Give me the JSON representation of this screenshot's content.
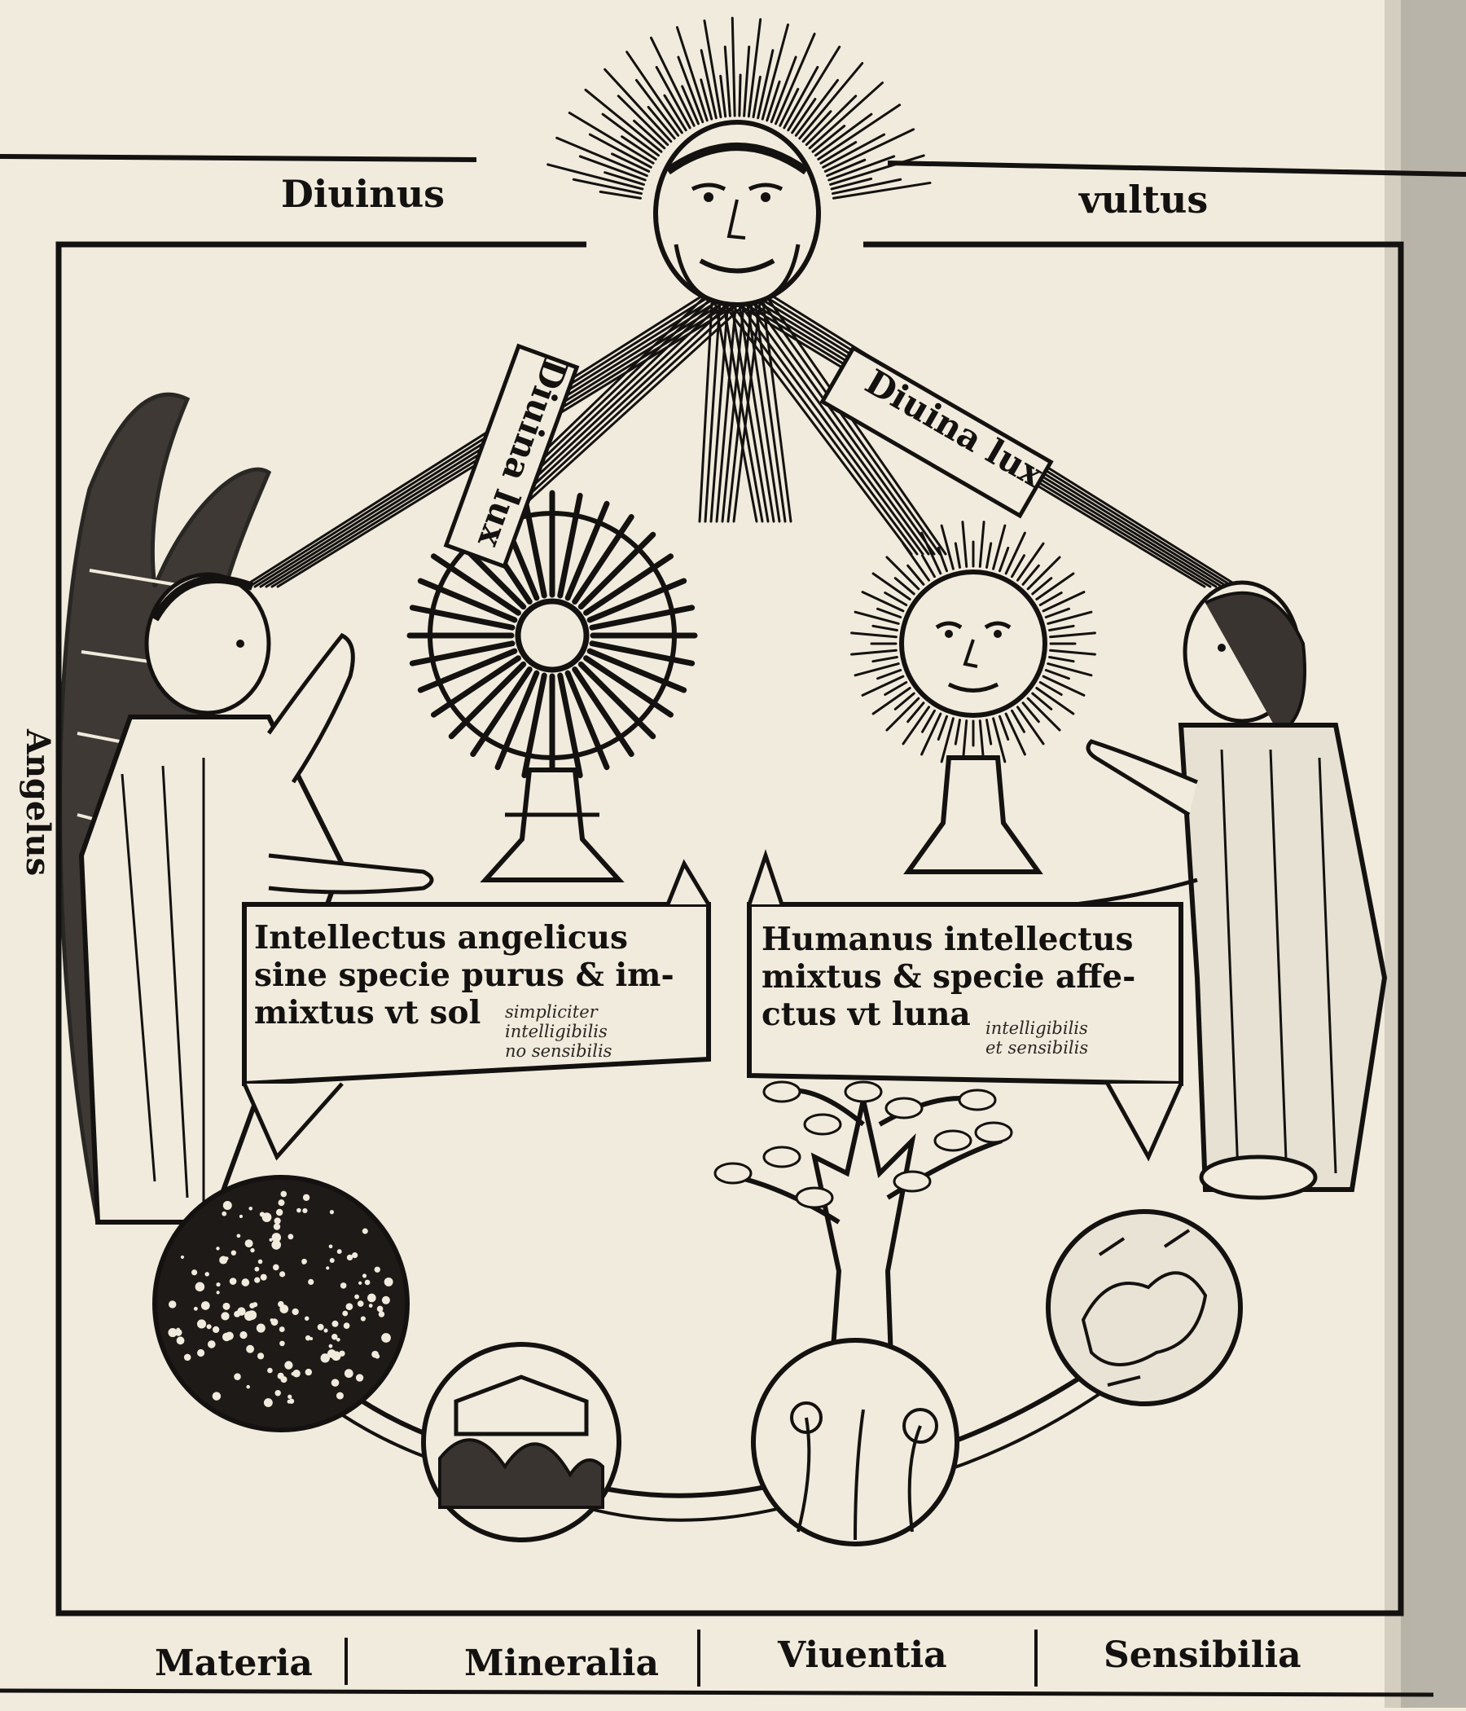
{
  "labels": {
    "top_left": "Diuinus",
    "top_right": "vultus",
    "left_side": "Angelus",
    "banner_left": "Diuina lux",
    "banner_right": "Diuina lux"
  },
  "scroll_left": {
    "lines": [
      "Intellectus angelicus",
      "sine specie purus & im-",
      "mixtus vt sol"
    ],
    "handwritten": [
      "simpliciter",
      "intelligibilis",
      "no sensibilis"
    ]
  },
  "scroll_right": {
    "lines": [
      "Humanus intellectus",
      "mixtus & specie affe-",
      "ctus vt luna"
    ],
    "handwritten": [
      "intelligibilis",
      "et sensibilis"
    ]
  },
  "bottom_labels": [
    "Materia",
    "Mineralia",
    "Viuentia",
    "Sensibilia"
  ],
  "colors": {
    "ink": "#141210",
    "paper": "#f1ebdd"
  },
  "icons": [
    "sun-face-icon",
    "monstrance-sun-icon",
    "moon-face-icon",
    "angel-figure-icon",
    "human-figure-icon",
    "tree-icon"
  ]
}
